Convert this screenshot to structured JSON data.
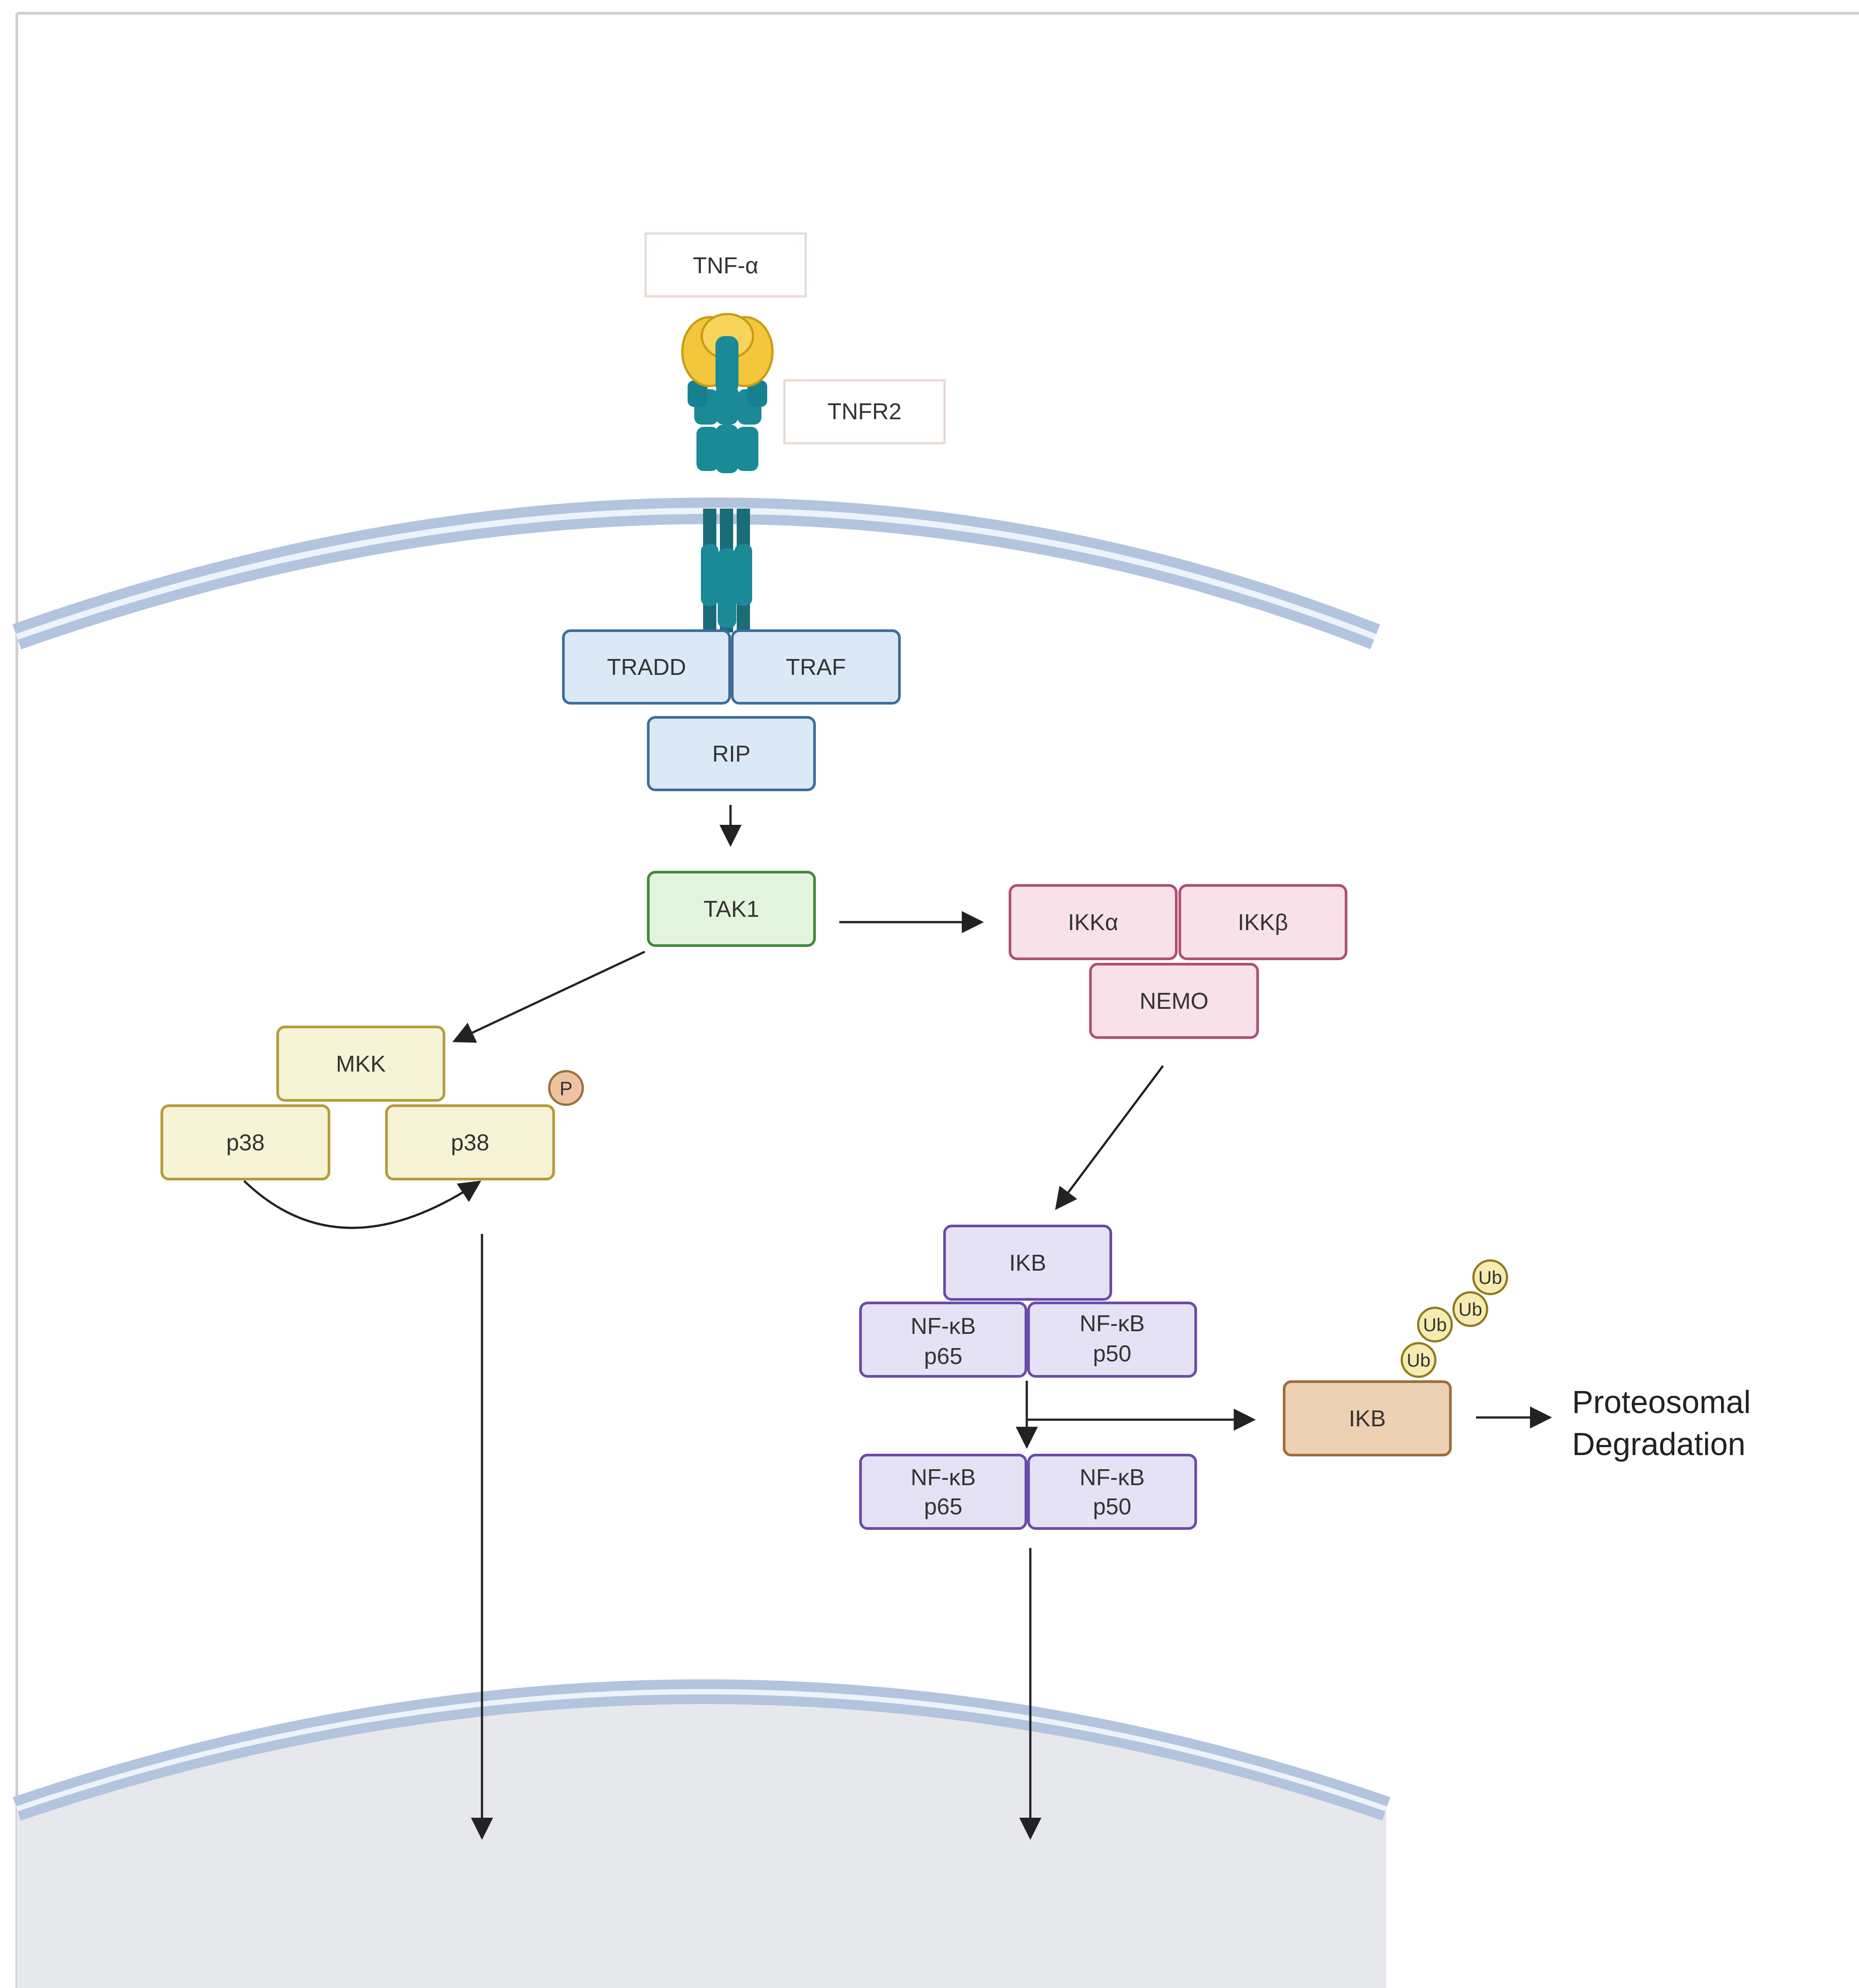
{
  "ligand": {
    "label": "TNF-α"
  },
  "receptor": {
    "label": "TNFR2"
  },
  "adaptors": {
    "tradd": "TRADD",
    "traf": "TRAF",
    "rip": "RIP"
  },
  "tak1": {
    "label": "TAK1"
  },
  "ikk": {
    "alpha": "IKKα",
    "beta": "IKKβ",
    "nemo": "NEMO"
  },
  "mapk": {
    "mkk": "MKK",
    "p38_left": "p38",
    "p38_right": "p38",
    "phospho": "P"
  },
  "nfkb": {
    "ikb": "IKB",
    "upper": {
      "p65_l1": "NF-κB",
      "p65_l2": "p65",
      "p50_l1": "NF-κB",
      "p50_l2": "p50"
    },
    "lower": {
      "p65_l1": "NF-κB",
      "p65_l2": "p65",
      "p50_l1": "NF-κB",
      "p50_l2": "p50"
    }
  },
  "degradation": {
    "ikb": "IKB",
    "ub1": "Ub",
    "ub2": "Ub",
    "ub3": "Ub",
    "ub4": "Ub",
    "line1": "Proteosomal",
    "line2": "Degradation"
  },
  "colors": {
    "membrane": "#b3c4de",
    "receptor_teal": "#1a8a96",
    "ligand_yellow": "#f3c63c",
    "blue_fill": "#dbe9f7",
    "blue_stroke": "#3e6d9c",
    "green_fill": "#e3f4de",
    "green_stroke": "#3f8a3a",
    "pink_fill": "#f8e1e8",
    "pink_stroke": "#b0506e",
    "yellow_fill": "#f6f3d6",
    "yellow_stroke": "#b49b3c",
    "purple_fill": "#e6e2f5",
    "purple_stroke": "#6a4aa8",
    "tan_fill": "#ecd1b2",
    "tan_stroke": "#9c6d3e",
    "nucleus": "#e7e8ec"
  }
}
